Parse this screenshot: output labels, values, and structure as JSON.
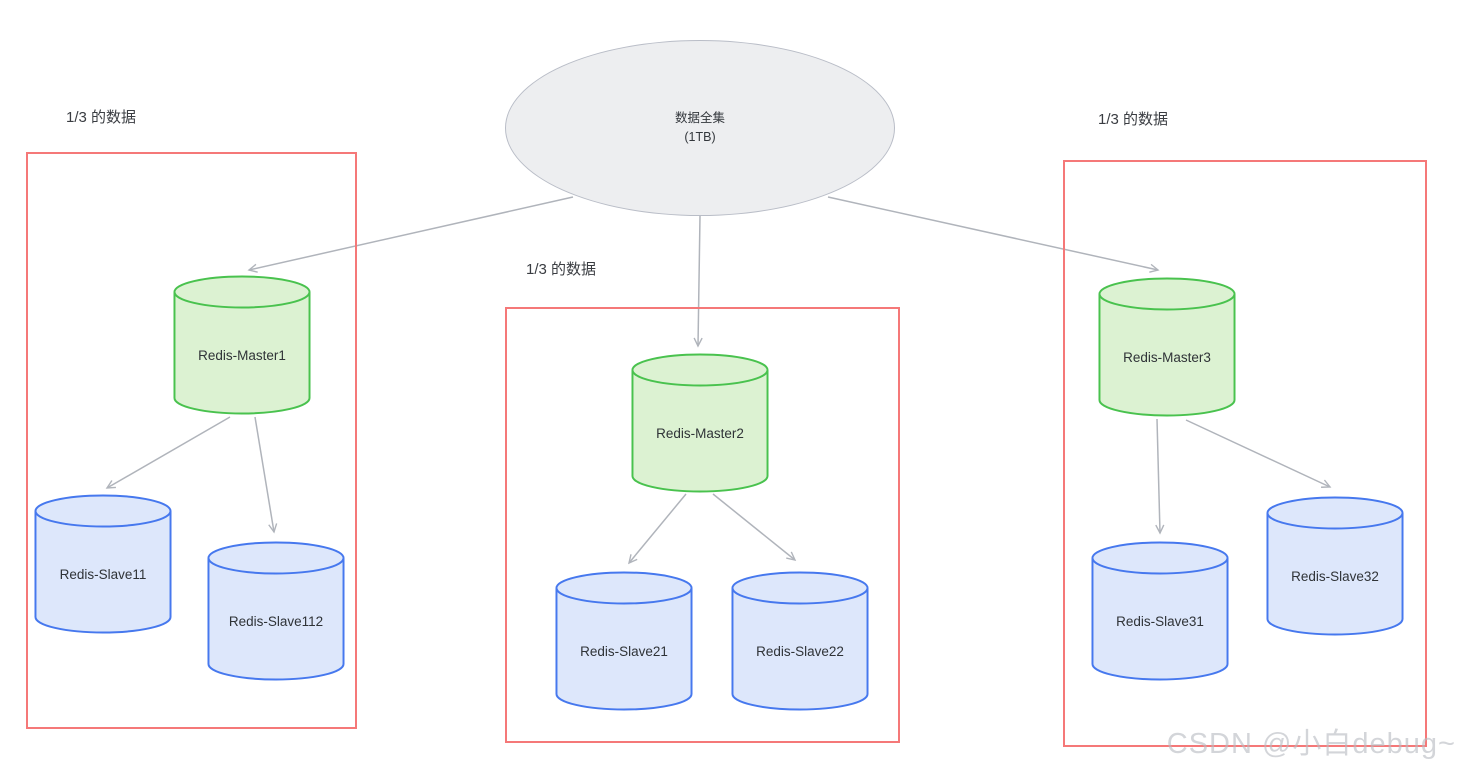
{
  "source": {
    "title": "数据全集",
    "subtitle": "(1TB)"
  },
  "groups": [
    {
      "label": "1/3 的数据",
      "master": "Redis-Master1",
      "slaves": [
        "Redis-Slave11",
        "Redis-Slave112"
      ]
    },
    {
      "label": "1/3 的数据",
      "master": "Redis-Master2",
      "slaves": [
        "Redis-Slave21",
        "Redis-Slave22"
      ]
    },
    {
      "label": "1/3 的数据",
      "master": "Redis-Master3",
      "slaves": [
        "Redis-Slave31",
        "Redis-Slave32"
      ]
    }
  ],
  "watermark": "CSDN @小白debug~",
  "colors": {
    "master_fill": "#dcf2d2",
    "master_stroke": "#49c24e",
    "slave_fill": "#dde7fb",
    "slave_stroke": "#4678ee",
    "group_border": "#f57878",
    "source_fill": "#edeef0",
    "source_stroke": "#b9bdc7",
    "arrow": "#b0b4bb"
  }
}
